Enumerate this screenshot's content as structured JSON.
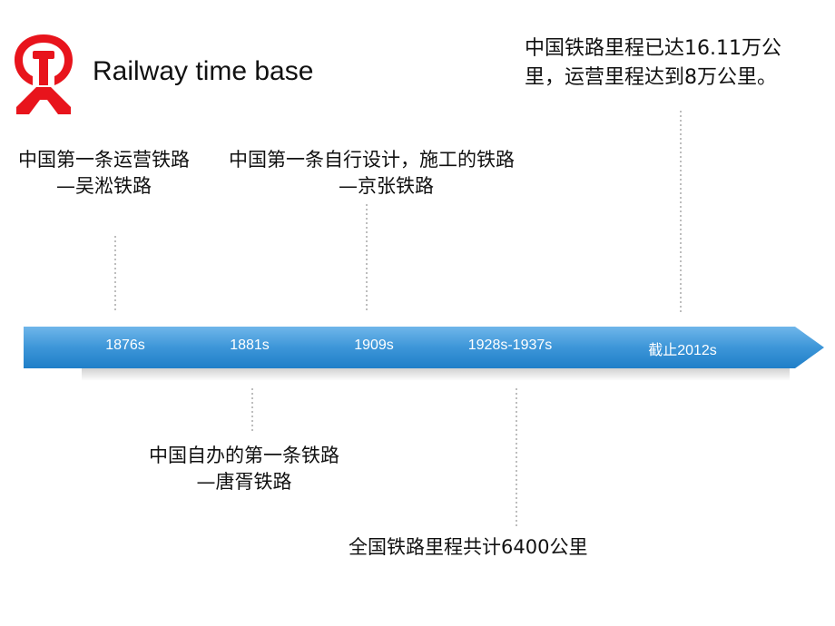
{
  "title": "Railway time base",
  "logo": {
    "icon": "china-railway-logo-icon",
    "color": "#e8141c"
  },
  "colors": {
    "bar_top": "#5aa9e3",
    "bar_bottom": "#1f7fc8",
    "connector": "#9a9a9a"
  },
  "timeline": {
    "years": [
      "1876s",
      "1881s",
      "1909s",
      "1928s-1937s",
      "截止2012s"
    ]
  },
  "events": {
    "e1876": {
      "line1": "中国第一条运营铁路",
      "line2": "—吴淞铁路"
    },
    "e1909": {
      "line1": "中国第一条自行设计，施工的铁路",
      "line2": "—京张铁路"
    },
    "e2012": {
      "line1": "中国铁路里程已达16.11万公",
      "line2": "里，运营里程达到8万公里。"
    },
    "e1881": {
      "line1": "中国自办的第一条铁路",
      "line2": "—唐胥铁路"
    },
    "e1928": {
      "line1": "全国铁路里程共计6400公里"
    }
  }
}
